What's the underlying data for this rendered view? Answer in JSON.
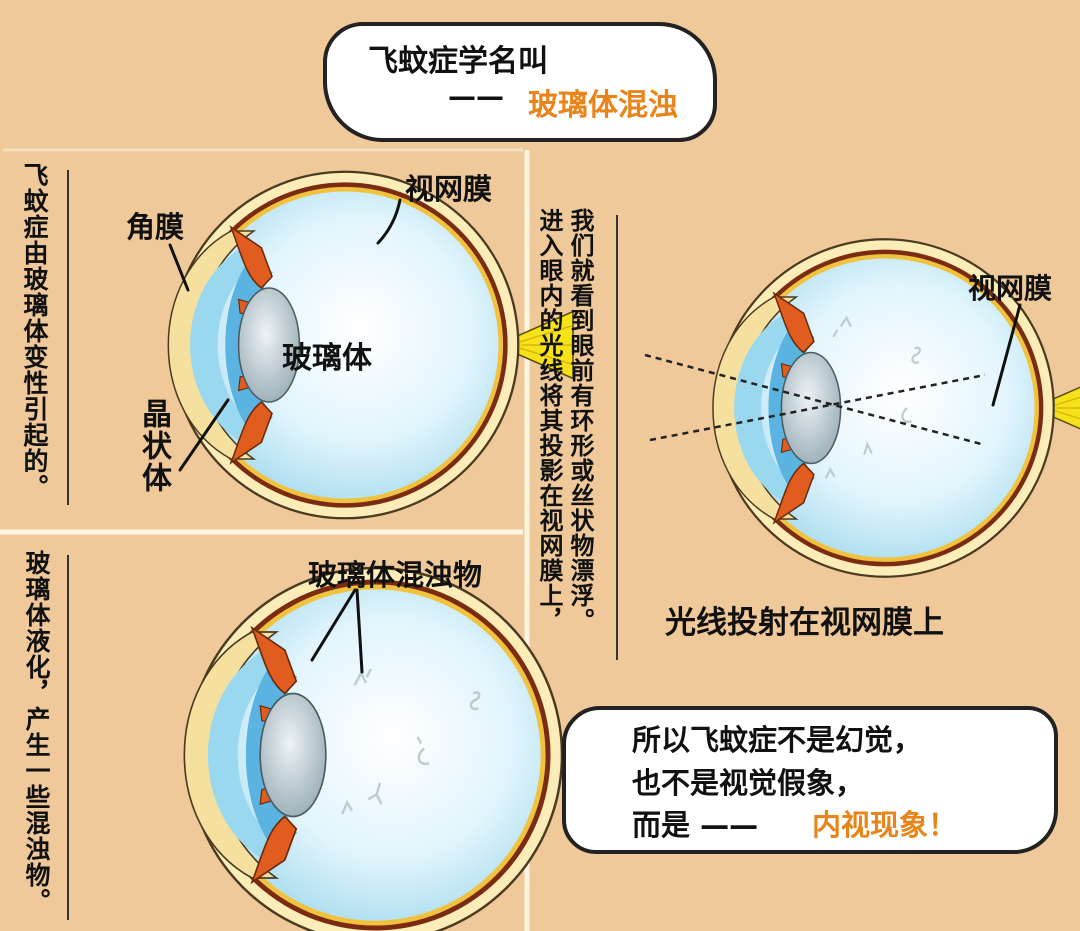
{
  "title": {
    "line1": "飞蚊症学名叫",
    "dash": "——",
    "highlight": "玻璃体混浊"
  },
  "panel1": {
    "vertical_text": "飞蚊症由玻璃体变性引起的。",
    "labels": {
      "retina": "视网膜",
      "cornea": "角膜",
      "vitreous": "玻璃体",
      "lens": "晶状体"
    }
  },
  "panel2": {
    "vertical_text": "玻璃体液化，产生一些混浊物。",
    "labels": {
      "opacities": "玻璃体混浊物"
    }
  },
  "panel3": {
    "vertical_text_col1": "我们就看到眼前有环形或丝状物漂浮。",
    "vertical_text_col2": "进入眼内的光线将其投影在视网膜上，",
    "labels": {
      "retina": "视网膜"
    },
    "caption": "光线投射在视网膜上"
  },
  "conclusion": {
    "line1": "所以飞蚊症不是幻觉，",
    "line2": "也不是视觉假象，",
    "line3_prefix": "而是 ——",
    "line3_highlight": "内视现象！"
  },
  "colors": {
    "background": "#f0c99a",
    "highlight": "#e8841a",
    "vitreous": "#c8ecf9",
    "sclera": "#fbecb8",
    "iris": "#e05d1f",
    "optic_nerve": "#f5e21a"
  }
}
